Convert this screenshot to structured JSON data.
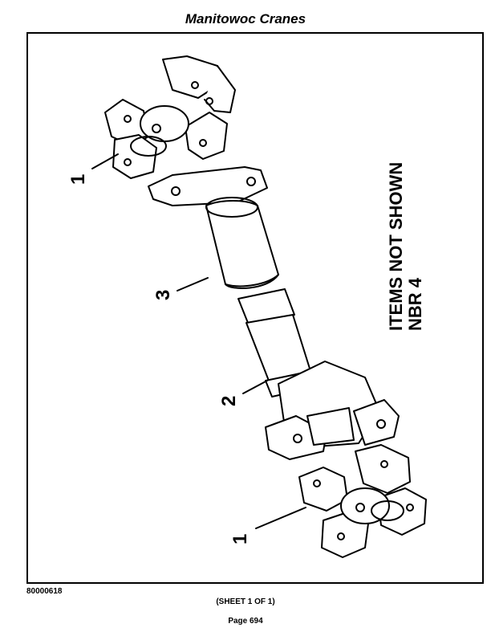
{
  "header": {
    "title": "Manitowoc Cranes"
  },
  "drawing": {
    "note_line1": "ITEMS NOT SHOWN",
    "note_line2": "NBR 4",
    "callouts": {
      "yoke_top": "1",
      "tube": "3",
      "shaft": "2",
      "yoke_bottom": "1"
    }
  },
  "footer": {
    "doc_number": "80000618",
    "sheet": "(SHEET 1 OF 1)",
    "page": "Page 694"
  }
}
